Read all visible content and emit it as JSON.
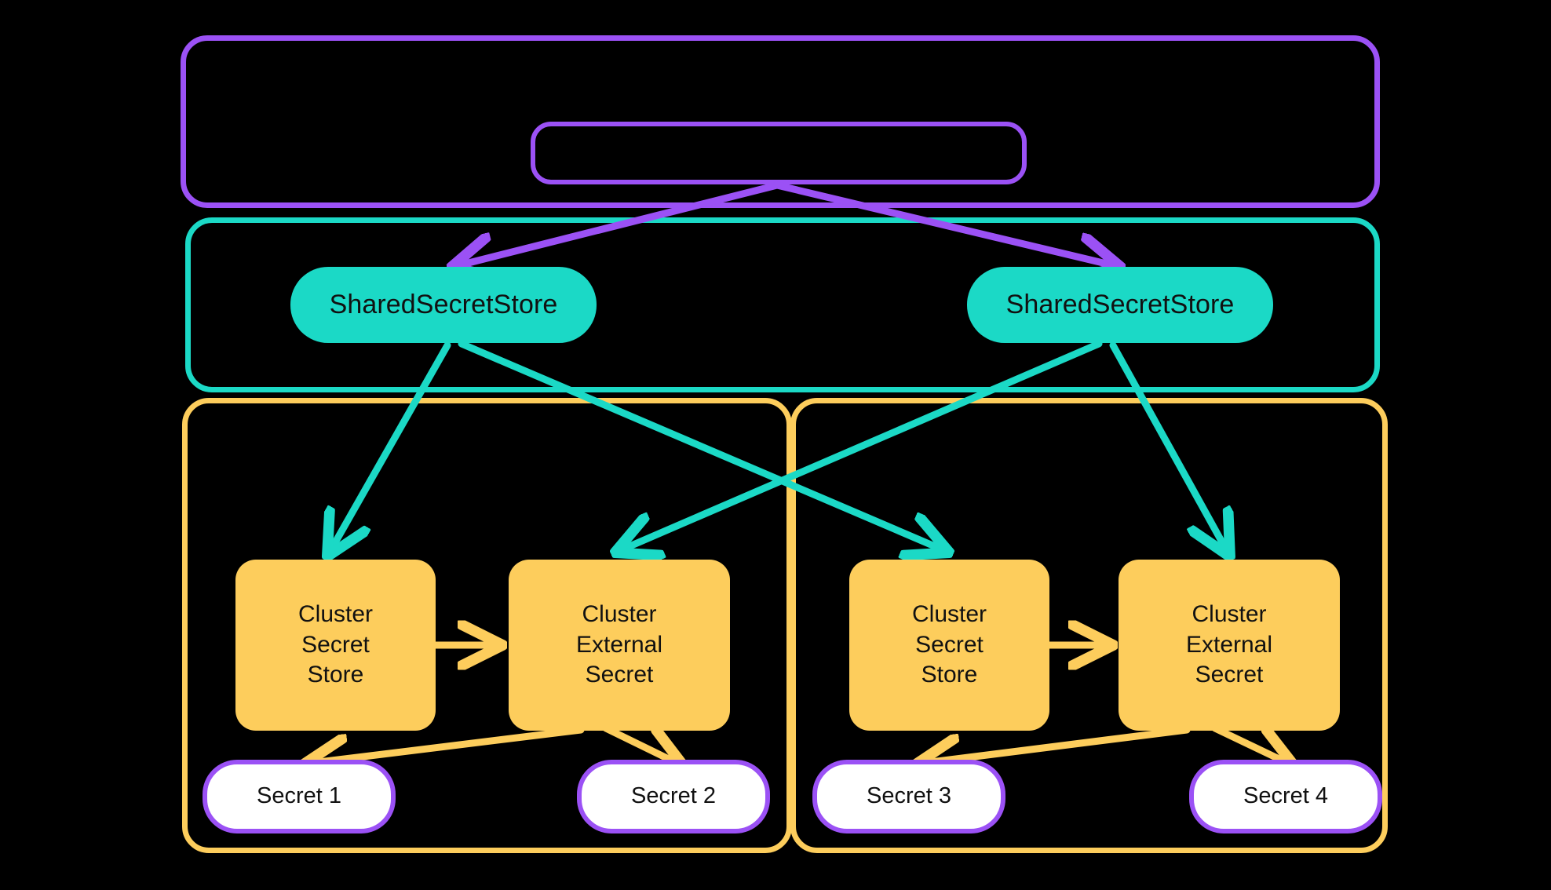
{
  "diagram": {
    "title": "External Secrets Operator shared secret store architecture",
    "background": "#000000",
    "colors": {
      "purple": "#9B51F5",
      "teal": "#1BD9C6",
      "orange": "#FDCD5C",
      "white": "#FFFFFF",
      "text": "#111111"
    }
  },
  "groups": {
    "top": {
      "label": "",
      "border_color": "#9B51F5"
    },
    "middle": {
      "label": "",
      "border_color": "#1BD9C6"
    },
    "bottom_left": {
      "label": "",
      "border_color": "#FDCD5C"
    },
    "bottom_right": {
      "label": "",
      "border_color": "#FDCD5C"
    }
  },
  "nodes": {
    "inner_pill": {
      "label": ""
    },
    "shared_store_left": {
      "label": "SharedSecretStore"
    },
    "shared_store_right": {
      "label": "SharedSecretStore"
    },
    "cluster_secret_store_left": {
      "label": "Cluster\nSecret\nStore"
    },
    "cluster_external_secret_left": {
      "label": "Cluster\nExternal\nSecret"
    },
    "cluster_secret_store_right": {
      "label": "Cluster\nSecret\nStore"
    },
    "cluster_external_secret_right": {
      "label": "Cluster\nExternal\nSecret"
    },
    "secret_1": {
      "label": "Secret 1"
    },
    "secret_2": {
      "label": "Secret 2"
    },
    "secret_3": {
      "label": "Secret 3"
    },
    "secret_4": {
      "label": "Secret 4"
    }
  },
  "edges": [
    {
      "id": "pill-to-shared-left",
      "from": "inner_pill",
      "to": "shared_store_left",
      "color": "#9B51F5"
    },
    {
      "id": "pill-to-shared-right",
      "from": "inner_pill",
      "to": "shared_store_right",
      "color": "#9B51F5"
    },
    {
      "id": "sharedL-to-css-left",
      "from": "shared_store_left",
      "to": "cluster_secret_store_left",
      "color": "#1BD9C6"
    },
    {
      "id": "sharedL-to-ces-right",
      "from": "shared_store_left",
      "to": "cluster_secret_store_right",
      "color": "#1BD9C6"
    },
    {
      "id": "sharedR-to-ces-left",
      "from": "shared_store_right",
      "to": "cluster_external_secret_left",
      "color": "#1BD9C6"
    },
    {
      "id": "sharedR-to-ces-right",
      "from": "shared_store_right",
      "to": "cluster_external_secret_right",
      "color": "#1BD9C6"
    },
    {
      "id": "cssL-to-cesL",
      "from": "cluster_secret_store_left",
      "to": "cluster_external_secret_left",
      "color": "#FDCD5C"
    },
    {
      "id": "cssR-to-cesR",
      "from": "cluster_secret_store_right",
      "to": "cluster_external_secret_right",
      "color": "#FDCD5C"
    },
    {
      "id": "cesL-to-secret1",
      "from": "cluster_external_secret_left",
      "to": "secret_1",
      "color": "#FDCD5C"
    },
    {
      "id": "cesL-to-secret2",
      "from": "cluster_external_secret_left",
      "to": "secret_2",
      "color": "#FDCD5C"
    },
    {
      "id": "cesR-to-secret3",
      "from": "cluster_external_secret_right",
      "to": "secret_3",
      "color": "#FDCD5C"
    },
    {
      "id": "cesR-to-secret4",
      "from": "cluster_external_secret_right",
      "to": "secret_4",
      "color": "#FDCD5C"
    }
  ]
}
